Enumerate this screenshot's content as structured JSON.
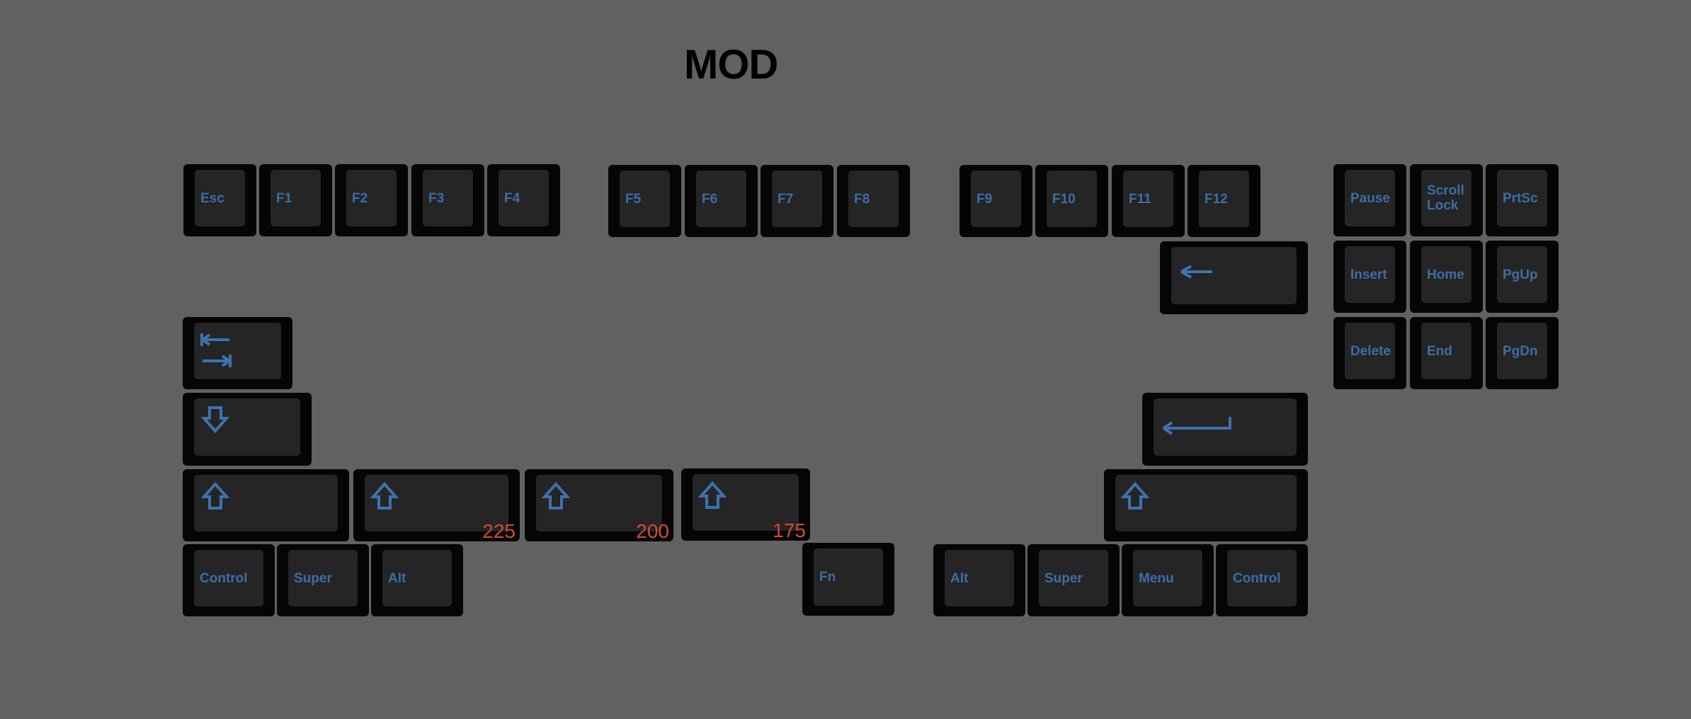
{
  "title": "MOD",
  "colors": {
    "background": "#616161",
    "key_body": "#050505",
    "key_cap": "#252526",
    "legend": "#3c6ea4",
    "size_label": "#d44a33"
  },
  "keys": {
    "esc": "Esc",
    "f1": "F1",
    "f2": "F2",
    "f3": "F3",
    "f4": "F4",
    "f5": "F5",
    "f6": "F6",
    "f7": "F7",
    "f8": "F8",
    "f9": "F9",
    "f10": "F10",
    "f11": "F11",
    "f12": "F12",
    "pause": "Pause",
    "scroll_lock": "Scroll\nLock",
    "prtsc": "PrtSc",
    "insert": "Insert",
    "home": "Home",
    "pgup": "PgUp",
    "delete": "Delete",
    "end": "End",
    "pgdn": "PgDn",
    "backspace_icon": "backspace-arrow-icon",
    "tab_icon": "tab-arrows-icon",
    "caps_icon": "caps-down-arrow-icon",
    "enter_icon": "enter-return-icon",
    "shift_icon": "shift-arrow-icon",
    "control_left": "Control",
    "super_left": "Super",
    "alt_left": "Alt",
    "fn": "Fn",
    "alt_right": "Alt",
    "super_right": "Super",
    "menu": "Menu",
    "control_right": "Control"
  },
  "shift_sizes": {
    "s225": "225",
    "s200": "200",
    "s175": "175"
  }
}
